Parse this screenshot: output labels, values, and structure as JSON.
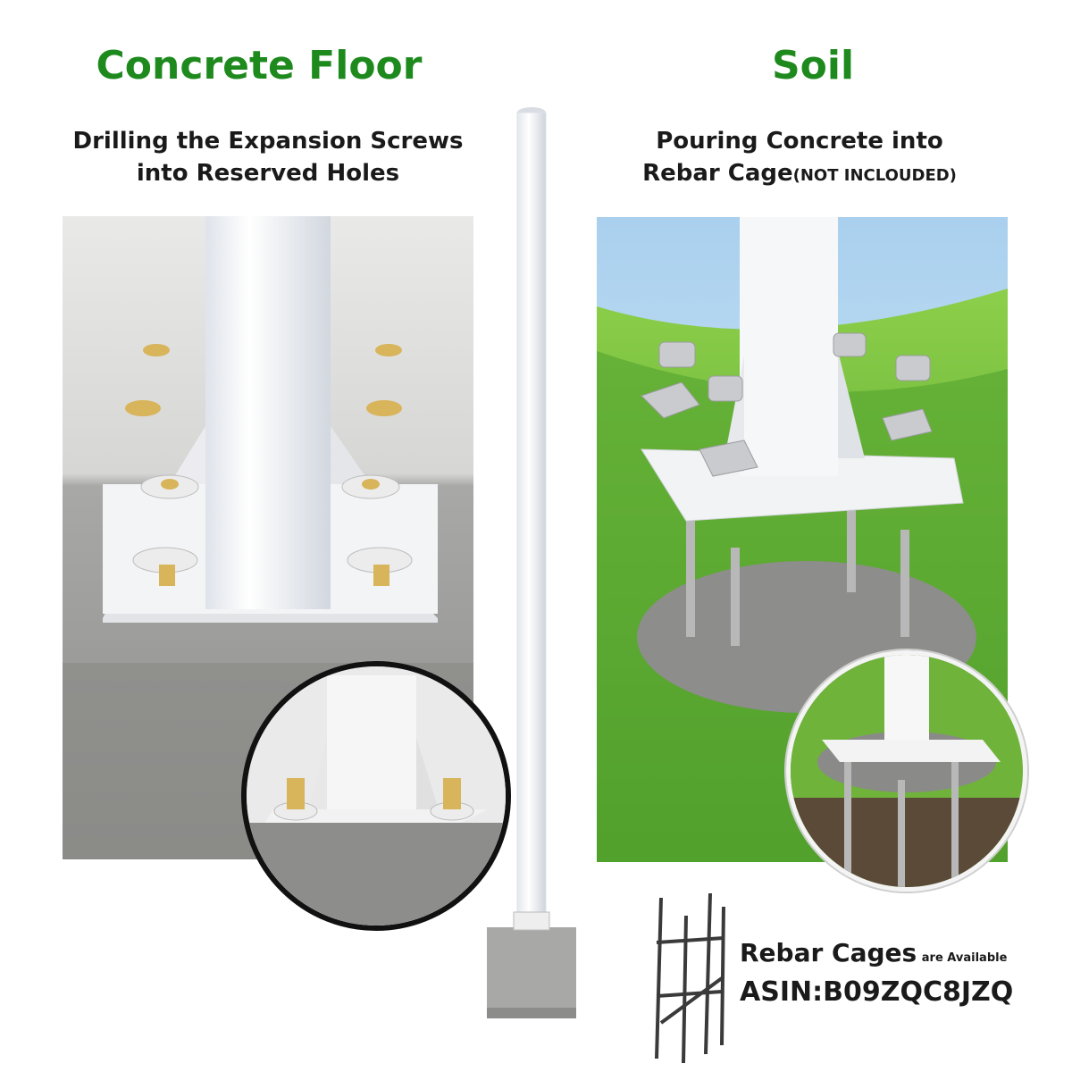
{
  "left": {
    "title": "Concrete Floor",
    "subtitle_line1": "Drilling the Expansion Screws",
    "subtitle_line2": "into Reserved Holes"
  },
  "right": {
    "title": "Soil",
    "subtitle_line1": "Pouring Concrete into",
    "subtitle_line2": "Rebar Cage",
    "subtitle_note": "(NOT INCLOUDED)"
  },
  "footer": {
    "rebar_label": "Rebar Cages",
    "rebar_suffix": "are Available",
    "asin": "ASIN:B09ZQC8JZQ"
  },
  "colors": {
    "heading_green": "#1e8a1e",
    "text_dark": "#1a1a1a",
    "grass": "#5aa832",
    "sky": "#cfe6f5",
    "concrete": "#9a9a98",
    "brass": "#d8b45a",
    "pole_white": "#f5f6f8"
  }
}
